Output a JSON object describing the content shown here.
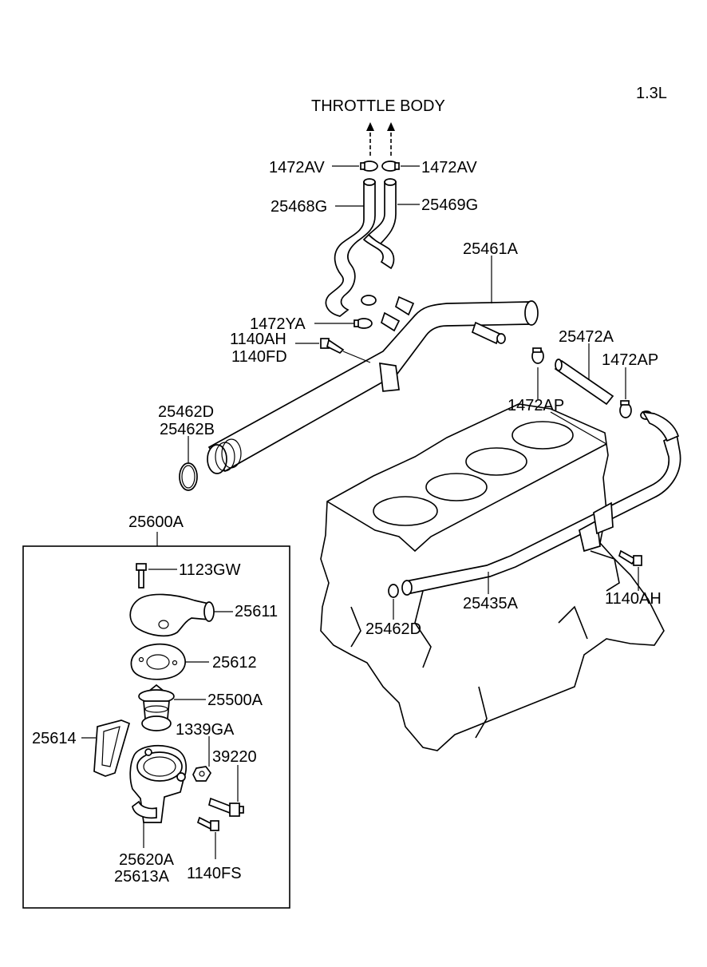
{
  "engine_label": "1.3L",
  "destination_label": "THROTTLE BODY",
  "parts": {
    "clamp_left": "1472AV",
    "clamp_right": "1472AV",
    "hose_left": "25468G",
    "hose_right": "25469G",
    "pipe_main": "25461A",
    "clamp_pipe": "1472YA",
    "bolt_pipe_a": "1140AH",
    "bolt_pipe_b": "1140FD",
    "hose_bypass": "25472A",
    "clamp_bypass_top": "1472AP",
    "clamp_bypass_mid": "1472AP",
    "oring_a": "25462D",
    "oring_b": "25462B",
    "pipe_lower": "25435A",
    "oring_lower": "25462D",
    "bolt_block": "1140AH",
    "assembly": "25600A",
    "bolt_top": "1123GW",
    "housing_upper": "25611",
    "gasket": "25612",
    "thermostat": "25500A",
    "gasket_side": "25614",
    "nut": "1339GA",
    "sensor": "39220",
    "housing_lower_a": "25620A",
    "housing_lower_b": "25613A",
    "bolt_bottom": "1140FS"
  }
}
